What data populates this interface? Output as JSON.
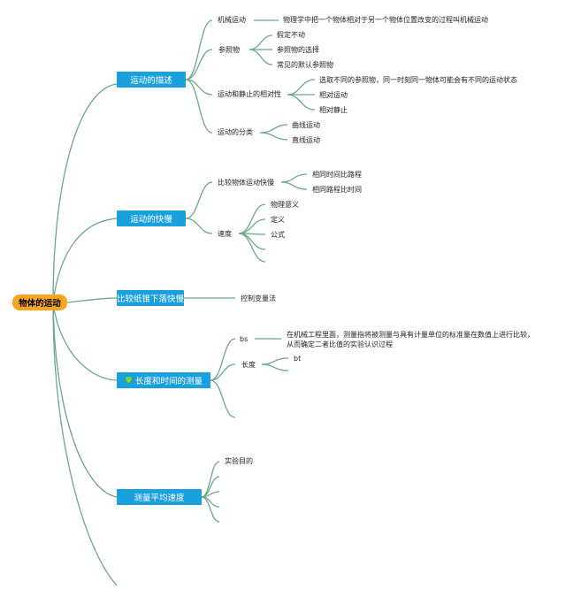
{
  "root": "物体的运动",
  "branches": {
    "b1": {
      "title": "运动的描述",
      "jixie": {
        "label": "机械运动",
        "desc": "物理学中把一个物体相对于另一个物体位置改变的过程叫机械运动"
      },
      "canzhaowu": {
        "label": "参照物",
        "items": [
          "假定不动",
          "参照物的选择",
          "常见的默认参照物"
        ]
      },
      "xiangduixing": {
        "label": "运动和静止的相对性",
        "items": [
          "选取不同的参照物，同一时刻同一物体可能会有不同的运动状态",
          "相对运动",
          "相对静止"
        ]
      },
      "fenlei": {
        "label": "运动的分类",
        "items": [
          "曲线运动",
          "直线运动"
        ]
      }
    },
    "b2": {
      "title": "运动的快慢",
      "bijiao": {
        "label": "比较物体运动快慢",
        "items": [
          "相同时间比路程",
          "相同路程比时间"
        ]
      },
      "sudu": {
        "label": "速度",
        "items": [
          "物理意义",
          "定义",
          "公式"
        ]
      }
    },
    "b3": {
      "title": "比较纸锥下落快慢",
      "child": "控制变量法"
    },
    "b4": {
      "title": "长度和时间的测量",
      "bs": {
        "label": "bs",
        "desc_line1": "在机械工程里面，测量指将被测量与具有计量单位的标准量在数值上进行比较，",
        "desc_line2": "从而确定二者比值的实验认识过程"
      },
      "changdu": {
        "label": "长度",
        "child": "bt"
      }
    },
    "b5": {
      "title": "测量平均速度",
      "child": "实验目的"
    }
  },
  "icons": {
    "gem": "gem-icon"
  },
  "colors": {
    "root": "#f5a623",
    "branch": "#1ba0de",
    "edge": "#6aa88a"
  }
}
